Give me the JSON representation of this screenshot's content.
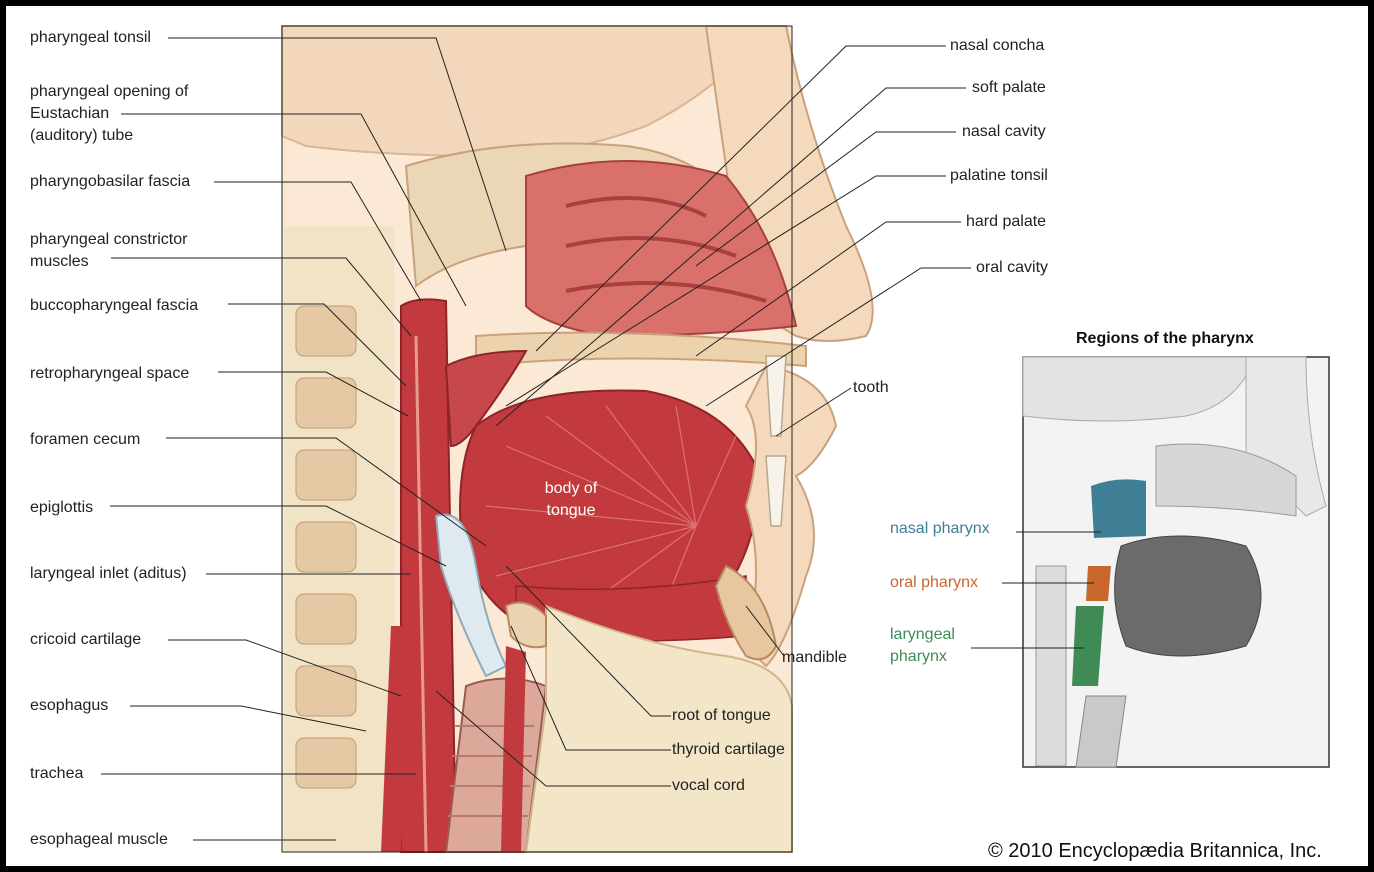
{
  "figure": {
    "left_labels": [
      {
        "id": "pharyngeal-tonsil",
        "text": "pharyngeal tonsil"
      },
      {
        "id": "eustachian-1",
        "text": "pharyngeal opening of"
      },
      {
        "id": "eustachian-2",
        "text": "Eustachian"
      },
      {
        "id": "eustachian-3",
        "text": "(auditory) tube"
      },
      {
        "id": "pharyngobasilar-fascia",
        "text": "pharyngobasilar fascia"
      },
      {
        "id": "constrictor-1",
        "text": "pharyngeal constrictor"
      },
      {
        "id": "constrictor-2",
        "text": "muscles"
      },
      {
        "id": "buccopharyngeal-fascia",
        "text": "buccopharyngeal fascia"
      },
      {
        "id": "retropharyngeal-space",
        "text": "retropharyngeal space"
      },
      {
        "id": "foramen-cecum",
        "text": "foramen cecum"
      },
      {
        "id": "epiglottis",
        "text": "epiglottis"
      },
      {
        "id": "laryngeal-inlet",
        "text": "laryngeal inlet (aditus)"
      },
      {
        "id": "cricoid-cartilage",
        "text": "cricoid cartilage"
      },
      {
        "id": "esophagus",
        "text": "esophagus"
      },
      {
        "id": "trachea",
        "text": "trachea"
      },
      {
        "id": "esophageal-muscle",
        "text": "esophageal muscle"
      }
    ],
    "right_labels": [
      {
        "id": "nasal-concha",
        "text": "nasal concha"
      },
      {
        "id": "soft-palate",
        "text": "soft palate"
      },
      {
        "id": "nasal-cavity",
        "text": "nasal cavity"
      },
      {
        "id": "palatine-tonsil",
        "text": "palatine tonsil"
      },
      {
        "id": "hard-palate",
        "text": "hard palate"
      },
      {
        "id": "oral-cavity",
        "text": "oral cavity"
      },
      {
        "id": "tooth",
        "text": "tooth"
      },
      {
        "id": "mandible",
        "text": "mandible"
      },
      {
        "id": "root-of-tongue",
        "text": "root of tongue"
      },
      {
        "id": "thyroid-cartilage",
        "text": "thyroid cartilage"
      },
      {
        "id": "vocal-cord",
        "text": "vocal cord"
      }
    ],
    "tongue_label_1": "body of",
    "tongue_label_2": "tongue"
  },
  "inset": {
    "title": "Regions of the pharynx",
    "regions": [
      {
        "id": "nasal-pharynx",
        "text": "nasal pharynx",
        "color": "#3f7f95"
      },
      {
        "id": "oral-pharynx",
        "text": "oral pharynx",
        "color": "#c8662e"
      },
      {
        "id": "laryngeal-1",
        "text": "laryngeal",
        "color": "#3f8a55"
      },
      {
        "id": "laryngeal-2",
        "text": "pharynx",
        "color": "#3f8a55"
      }
    ]
  },
  "copyright": "© 2010 Encyclopædia Britannica, Inc.",
  "colors": {
    "muscle_red": "#c23a3e",
    "tissue_pink": "#f1cbb0",
    "bone": "#ead3b0",
    "cartilage_blue": "#d9e6ec"
  }
}
